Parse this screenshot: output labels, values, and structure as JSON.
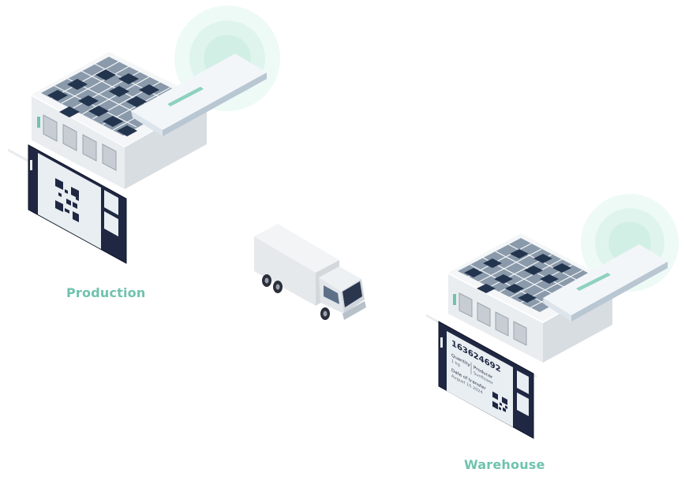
{
  "labels": {
    "production": "Production",
    "warehouse": "Warehouse"
  },
  "warehouse_tablet": {
    "id": "163624692",
    "quantity_label": "Quantity",
    "quantity_value": "1 kg",
    "producer_label": "Producer",
    "producer_value": "Sunflower",
    "date_label": "Date of transfer",
    "date_value": "August 15 2024"
  },
  "colors": {
    "label": "#6fc3ad",
    "screen": "#1f2742",
    "solar": "#2a3a56",
    "signal": "#bfe7dc"
  },
  "icons": {
    "production_building": "factory-icon",
    "warehouse_building": "warehouse-icon",
    "truck": "truck-icon",
    "qr": "qr-code-icon",
    "router": "wifi-router-icon"
  }
}
